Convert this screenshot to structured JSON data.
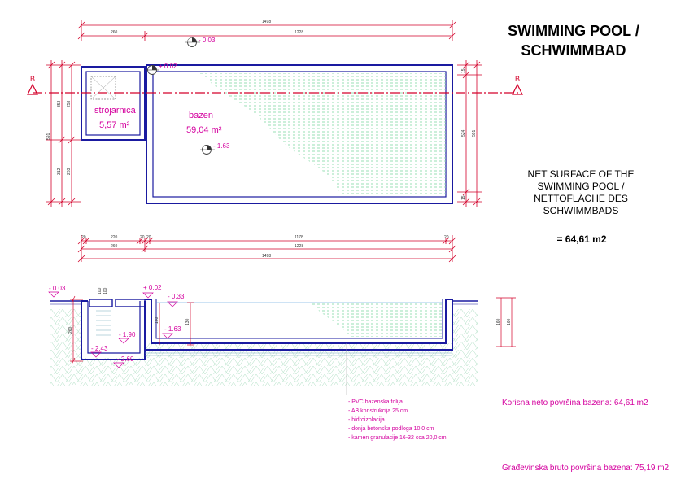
{
  "title": {
    "line1": "SWIMMING POOL /",
    "line2": "SCHWIMMBAD"
  },
  "net_surface": {
    "line1": "NET SURFACE OF THE",
    "line2": "SWIMMING POOL /",
    "line3": "NETTOFLÄCHE DES",
    "line4": "SCHWIMMBADS",
    "value": "= 64,61 m2"
  },
  "plan": {
    "section_marker": "B",
    "rooms": [
      {
        "name": "strojarnica",
        "area": "5,57 m²"
      },
      {
        "name": "bazen",
        "area": "59,04 m²"
      }
    ],
    "levels": {
      "top": "- 0.03",
      "edge": "+ 0.02",
      "floor": "- 1.63"
    },
    "dimensions": {
      "total": "1498",
      "part_left": "260",
      "part_right": "1228",
      "left_a": "353",
      "left_b": "253",
      "left_c": "312",
      "left_d": "203",
      "left_total": "591",
      "right_a": "15",
      "right_b": "524",
      "right_total": "591",
      "right_c": "15"
    }
  },
  "plan_bottom_dims": {
    "a": "20",
    "b": "220",
    "c": "20",
    "d": "20",
    "e": "1178",
    "f": "20",
    "row2_a": "260",
    "row2_b": "1228",
    "row3": "1498"
  },
  "section": {
    "levels": {
      "left_top": "- 0.03",
      "edge": "+ 0.02",
      "water": "- 0.33",
      "step": "- 1.90",
      "floor": "- 1.63",
      "pit": "- 2.43",
      "pit_bottom": "- 2.60"
    },
    "dims": {
      "a": "100",
      "b": "100",
      "c": "260",
      "d": "160",
      "e": "130",
      "r1": "160",
      "r2": "160"
    },
    "layers": [
      "- PVC bazenska folija",
      "- AB konstrukcija 25 cm",
      "- hidroizolacija",
      "- donja betonska podloga 10,0 cm",
      "- kamen granulacije 16-32 cca 20,0 cm"
    ]
  },
  "areas": {
    "net": "Korisna neto površina bazena:  64,61 m2",
    "gross": "Građevinska bruto površina bazena: 75,19 m2"
  }
}
